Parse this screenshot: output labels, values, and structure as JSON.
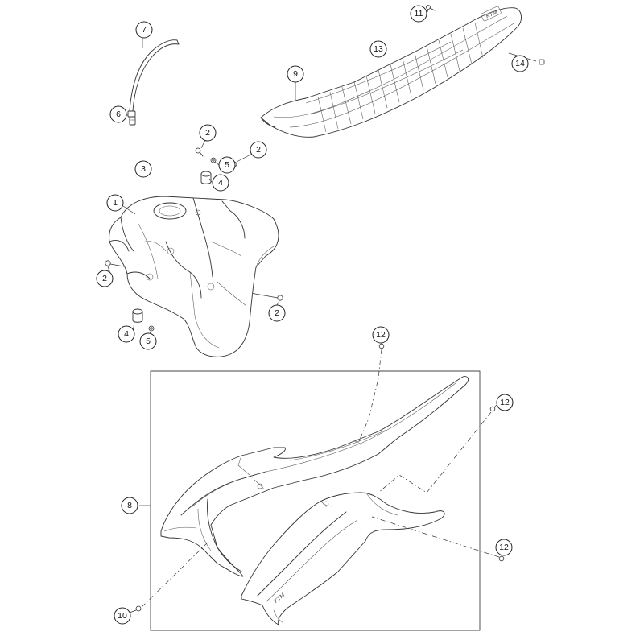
{
  "diagram": {
    "callouts": [
      {
        "id": "c-7",
        "label": "7"
      },
      {
        "id": "c-11",
        "label": "11"
      },
      {
        "id": "c-13",
        "label": "13"
      },
      {
        "id": "c-14",
        "label": "14"
      },
      {
        "id": "c-9",
        "label": "9"
      },
      {
        "id": "c-6",
        "label": "6"
      },
      {
        "id": "c-2a",
        "label": "2"
      },
      {
        "id": "c-2b",
        "label": "2"
      },
      {
        "id": "c-3",
        "label": "3"
      },
      {
        "id": "c-5a",
        "label": "5"
      },
      {
        "id": "c-4a",
        "label": "4"
      },
      {
        "id": "c-1",
        "label": "1"
      },
      {
        "id": "c-2c",
        "label": "2"
      },
      {
        "id": "c-2d",
        "label": "2"
      },
      {
        "id": "c-4b",
        "label": "4"
      },
      {
        "id": "c-5b",
        "label": "5"
      },
      {
        "id": "c-12a",
        "label": "12"
      },
      {
        "id": "c-12b",
        "label": "12"
      },
      {
        "id": "c-8",
        "label": "8"
      },
      {
        "id": "c-12c",
        "label": "12"
      },
      {
        "id": "c-10",
        "label": "10"
      }
    ],
    "brand_marks": [
      "KTM",
      "KTM"
    ]
  }
}
